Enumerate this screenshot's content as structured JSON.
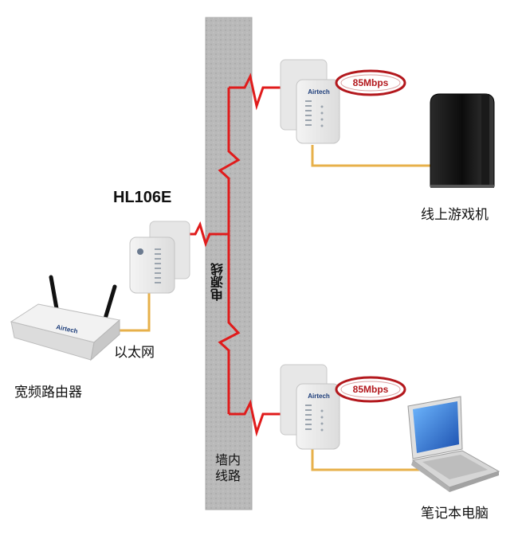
{
  "diagram": {
    "model_label": "HL106E",
    "power_line_label": "电源线",
    "wall_wiring_label": [
      "墙内",
      "线路"
    ],
    "ethernet_label": "以太网",
    "router_label": "宽频路由器",
    "console_label": "线上游戏机",
    "laptop_label": "笔记本电脑",
    "speed_top": "85Mbps",
    "speed_bottom": "85Mbps",
    "adapter_brand": "Airtech"
  },
  "colors": {
    "wall": "#b9b9b9",
    "power_line": "#e01b1b",
    "ethernet_cable": "#e7b04a",
    "badge_border": "#b3181d"
  }
}
